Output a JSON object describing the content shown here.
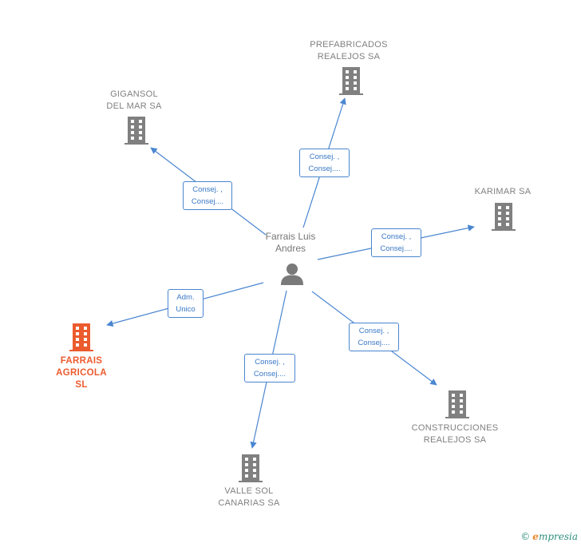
{
  "colors": {
    "edge": "#4a86d0",
    "company": "#808080",
    "main_company": "#eb5b2e",
    "person": "#777777"
  },
  "person": {
    "name_line1": "Farrais Luis",
    "name_line2": "Andres",
    "icon": "person-icon"
  },
  "companies": {
    "prefabricados": {
      "line1": "PREFABRICADOS",
      "line2": "REALEJOS SA",
      "icon": "building-icon"
    },
    "gigansol": {
      "line1": "GIGANSOL",
      "line2": "DEL MAR SA",
      "icon": "building-icon"
    },
    "karimar": {
      "line1": "KARIMAR SA",
      "icon": "building-icon"
    },
    "farrais": {
      "line1": "FARRAIS",
      "line2": "AGRICOLA",
      "line3": "SL",
      "icon": "building-icon"
    },
    "construcciones": {
      "line1": "CONSTRUCCIONES",
      "line2": "REALEJOS SA",
      "icon": "building-icon"
    },
    "vallesol": {
      "line1": "VALLE SOL",
      "line2": "CANARIAS SA",
      "icon": "building-icon"
    }
  },
  "edges": {
    "prefabricados": {
      "line1": "Consej. ,",
      "line2": "Consej...."
    },
    "gigansol": {
      "line1": "Consej. ,",
      "line2": "Consej...."
    },
    "karimar": {
      "line1": "Consej. ,",
      "line2": "Consej...."
    },
    "farrais": {
      "line1": "Adm.",
      "line2": "Unico"
    },
    "construcciones": {
      "line1": "Consej. ,",
      "line2": "Consej...."
    },
    "vallesol": {
      "line1": "Consej. ,",
      "line2": "Consej...."
    }
  },
  "footer": {
    "copyright": "©",
    "brand_initial": "e",
    "brand_rest": "mpresia"
  }
}
